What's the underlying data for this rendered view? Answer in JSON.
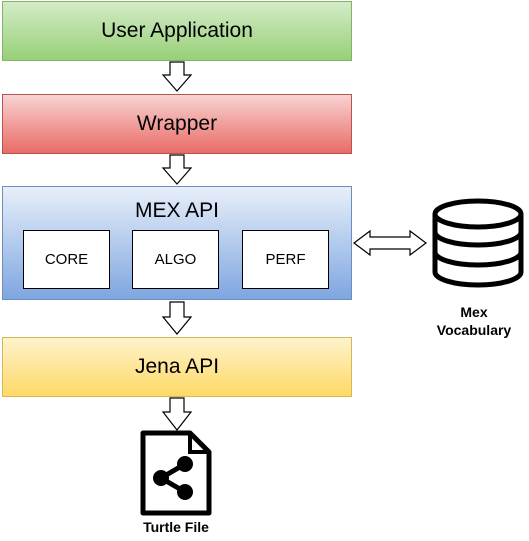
{
  "layers": {
    "user_application": "User Application",
    "wrapper": "Wrapper",
    "mex_api": {
      "title": "MEX API",
      "modules": [
        "CORE",
        "ALGO",
        "PERF"
      ]
    },
    "jena_api": "Jena API"
  },
  "database": {
    "icon": "database-icon",
    "label_line1": "Mex",
    "label_line2": "Vocabulary"
  },
  "output_file": {
    "icon": "share-file-icon",
    "label": "Turtle File"
  },
  "colors": {
    "user_application": "#97d077",
    "wrapper": "#ea6b66",
    "mex_api": "#7ea6e0",
    "jena_api": "#ffd966"
  }
}
